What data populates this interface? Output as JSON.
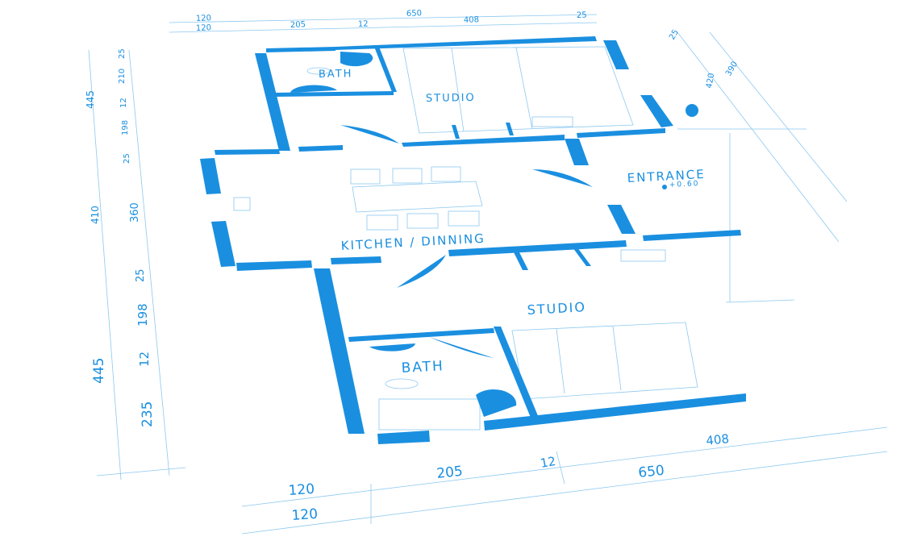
{
  "colors": {
    "wall": "#1a8fe0",
    "line": "#6fb8ec",
    "background": "#ffffff"
  },
  "rooms": {
    "bath_top": "BATH",
    "studio_top": "STUDIO",
    "entrance": "ENTRANCE",
    "entrance_level": "+0.60",
    "kitchen": "KITCHEN / DINNING",
    "studio_bottom": "STUDIO",
    "bath_bottom": "BATH"
  },
  "dimensions": {
    "top_row1": [
      "120",
      "650",
      "25"
    ],
    "top_row2": [
      "120",
      "205",
      "12",
      "408"
    ],
    "right_top": [
      "25",
      "390",
      "420"
    ],
    "left_outer": [
      "445",
      "410",
      "445"
    ],
    "left_inner": [
      "25",
      "210",
      "12",
      "198",
      "25",
      "360",
      "25",
      "198",
      "12",
      "235"
    ],
    "bottom_row1": [
      "205",
      "12",
      "650",
      "408"
    ],
    "bottom_row2": [
      "120",
      "120"
    ]
  }
}
